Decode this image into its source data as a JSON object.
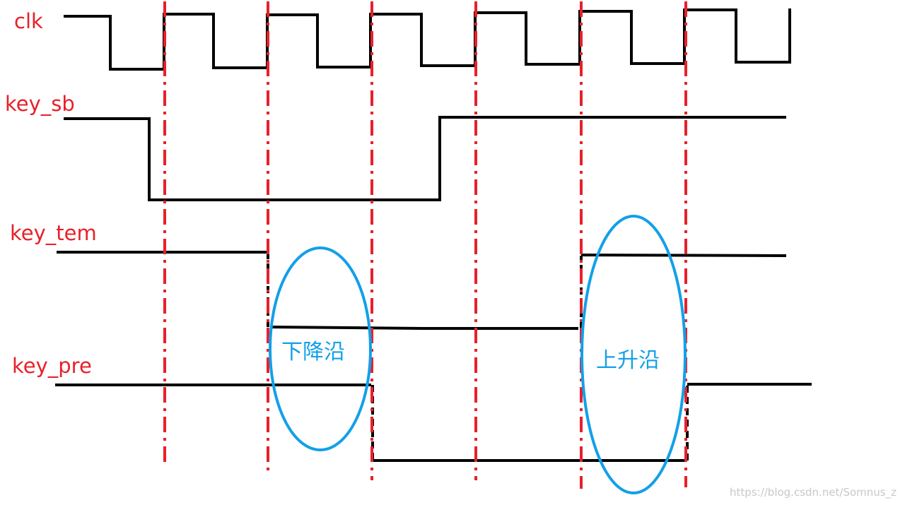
{
  "signals": [
    {
      "id": "clk",
      "label": "clk"
    },
    {
      "id": "key_sb",
      "label": "key_sb"
    },
    {
      "id": "key_tem",
      "label": "key_tem"
    },
    {
      "id": "key_pre",
      "label": "key_pre"
    }
  ],
  "annotations": {
    "falling_edge": "下降沿",
    "rising_edge": "上升沿"
  },
  "watermark": "https://blog.csdn.net/Somnus_z",
  "colors": {
    "label": "#e8202a",
    "waveform": "#000000",
    "marker_line": "#e8202a",
    "highlight_ellipse": "#12a0e8",
    "annotation_text": "#12a0e8",
    "watermark": "#c8c8c8"
  }
}
